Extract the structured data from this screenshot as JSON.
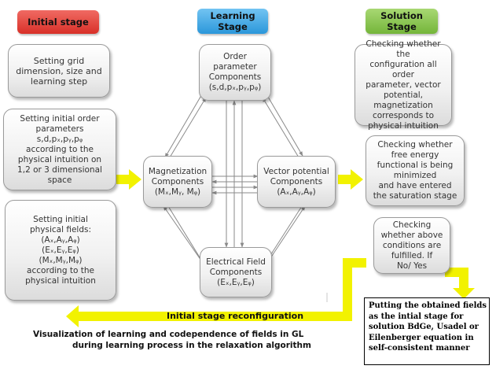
{
  "headers": {
    "initial": {
      "label": "Initial stage",
      "color": "#e8403a"
    },
    "learning": {
      "label": "Learning Stage",
      "color": "#3fa9e8"
    },
    "solution": {
      "label": "Solution Stage",
      "color": "#8cc84b"
    }
  },
  "initial_boxes": {
    "grid": [
      "Setting grid",
      "dimension, size and",
      "learning step"
    ],
    "order": [
      "Setting initial order",
      "parameters",
      "s,d,pₓ,pᵧ,pᵩ",
      "according to the",
      "physical intuition on",
      "1,2 or 3  dimensional",
      "space"
    ],
    "fields": [
      "Setting initial",
      "physical fields:",
      "(Aₓ,Aᵧ,Aᵩ)",
      "(Eₓ,Eᵧ,Eᵩ)",
      "(Mₓ,Mᵧ,Mᵩ)",
      "according to the",
      "physical intuition"
    ]
  },
  "learning_boxes": {
    "order_param": [
      "Order",
      "parameter",
      "Components",
      "(s,d,pₓ,pᵧ,pᵩ)"
    ],
    "magnetization": [
      "Magnetization",
      "Components",
      "(Mₓ,Mᵧ, Mᵩ)"
    ],
    "vector_potential": [
      "Vector potential",
      "Components",
      "(Aₓ,Aᵧ,Aᵩ)"
    ],
    "electrical_field": [
      "Electrical Field",
      "Components",
      "(Eₓ,Eᵧ,Eᵩ)"
    ]
  },
  "solution_boxes": {
    "check_config": [
      "Checking  whether the",
      "configuration all order",
      "parameter, vector",
      "potential,",
      "magnetization",
      "corresponds to",
      "physical intuition"
    ],
    "check_energy": [
      "Checking  whether",
      "free energy",
      "functional is being",
      "minimized",
      "and have entered",
      "the saturation stage"
    ],
    "check_conditions": [
      "Checking",
      "whether above",
      "conditions are",
      "fulfilled. If",
      "No/ Yes"
    ]
  },
  "final_box": [
    "Putting the obtained fields",
    "as the intial stage for",
    "solution BdGe, Usadel or",
    "Eilenberger equation    in",
    "self-consistent manner"
  ],
  "reconfig_label": "Initial stage reconfiguration",
  "caption": [
    "Visualization of learning and codependence of fields in GL",
    "during learning process in the relaxation algorithm"
  ],
  "colors": {
    "arrow": "#f2f200",
    "line": "#8a8a8a"
  }
}
